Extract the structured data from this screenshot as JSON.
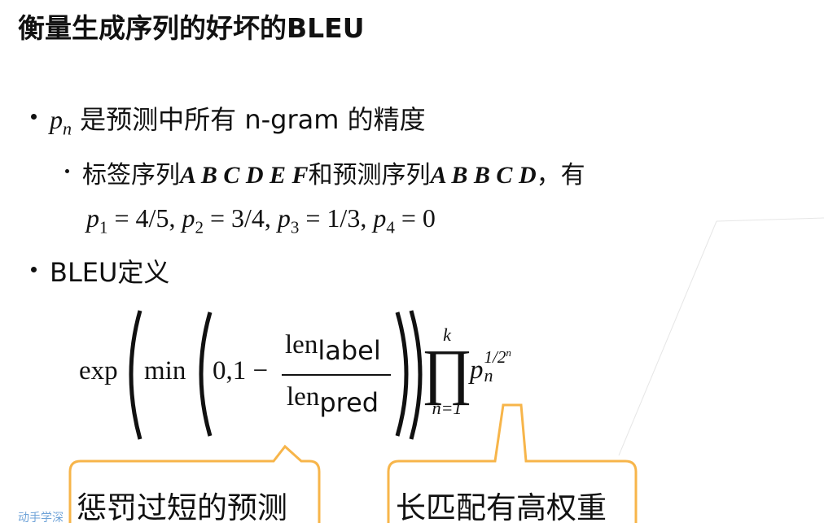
{
  "title": "衡量生成序列的好坏的BLEU",
  "bullets": {
    "pn_var": "p",
    "pn_sub": "n",
    "pn_text": " 是预测中所有 n-gram 的精度",
    "example_prefix": "标签序列",
    "label_seq": "A B C D E F",
    "example_mid": "和预测序列",
    "pred_seq": "A B B C D",
    "example_suffix": "，有",
    "precisions": [
      {
        "var": "p",
        "sub": "1",
        "value": " = 4/5, "
      },
      {
        "var": "p",
        "sub": "2",
        "value": " = 3/4, "
      },
      {
        "var": "p",
        "sub": "3",
        "value": " = 1/3, "
      },
      {
        "var": "p",
        "sub": "4",
        "value": " = 0"
      }
    ],
    "bleu_def": "BLEU定义"
  },
  "formula": {
    "exp": "exp",
    "min": "min",
    "zero_one_minus": "0,1 −",
    "len": "len",
    "label": "label",
    "pred": "pred",
    "prod_upper": "k",
    "prod_lower": "n=1",
    "prod": "∏",
    "p": "p",
    "p_sub": "n",
    "p_sup": "1/2",
    "p_sup_n": "n"
  },
  "callouts": {
    "left": "惩罚过短的预测",
    "right": "长匹配有高权重",
    "color": "#f7b54a"
  },
  "watermark": "动手学深"
}
